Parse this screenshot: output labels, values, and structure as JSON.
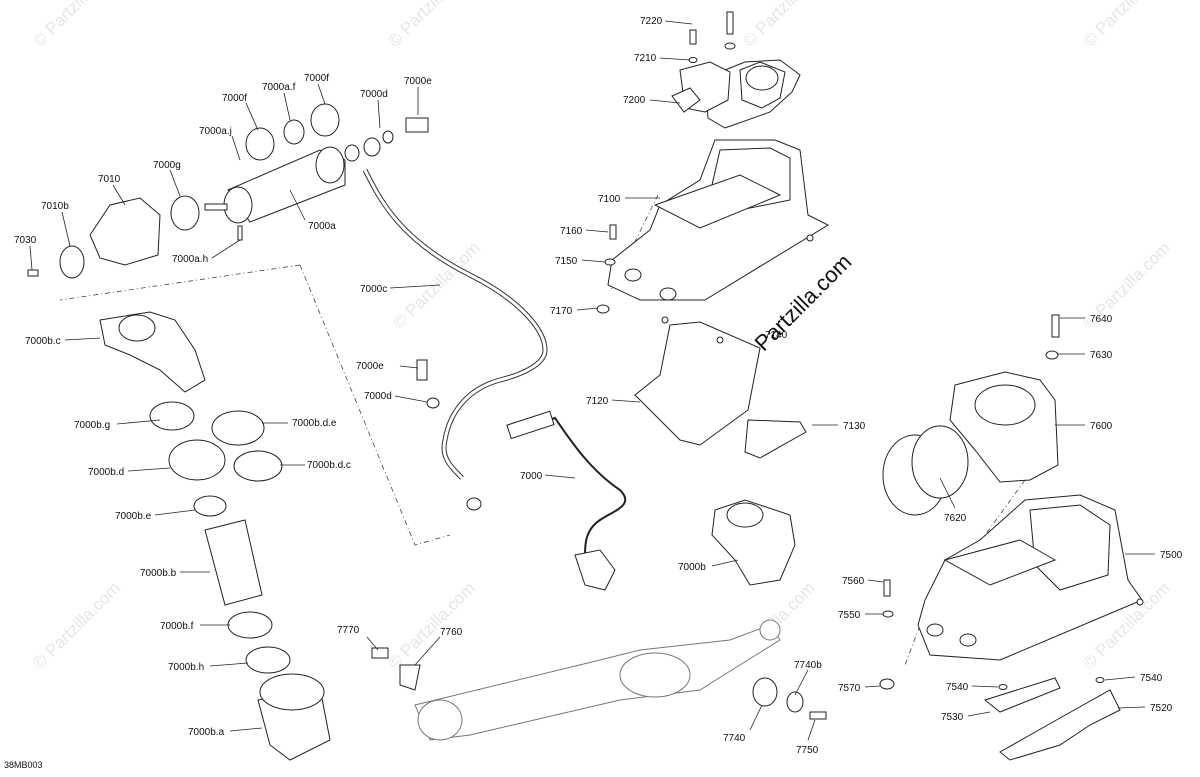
{
  "diagram_code": "38MB003",
  "watermark": "© Partzilla.com",
  "callouts": [
    {
      "id": "c7220",
      "label": "7220"
    },
    {
      "id": "c7210",
      "label": "7210"
    },
    {
      "id": "c7200",
      "label": "7200"
    },
    {
      "id": "c7100",
      "label": "7100"
    },
    {
      "id": "c7160",
      "label": "7160"
    },
    {
      "id": "c7150",
      "label": "7150"
    },
    {
      "id": "c7170",
      "label": "7170"
    },
    {
      "id": "c7140",
      "label": "7140"
    },
    {
      "id": "c7120",
      "label": "7120"
    },
    {
      "id": "c7130",
      "label": "7130"
    },
    {
      "id": "c7640",
      "label": "7640"
    },
    {
      "id": "c7630",
      "label": "7630"
    },
    {
      "id": "c7600",
      "label": "7600"
    },
    {
      "id": "c7620",
      "label": "7620"
    },
    {
      "id": "c7500",
      "label": "7500"
    },
    {
      "id": "c7560",
      "label": "7560"
    },
    {
      "id": "c7550",
      "label": "7550"
    },
    {
      "id": "c7570",
      "label": "7570"
    },
    {
      "id": "c7540a",
      "label": "7540"
    },
    {
      "id": "c7540b",
      "label": "7540"
    },
    {
      "id": "c7530",
      "label": "7530"
    },
    {
      "id": "c7520",
      "label": "7520"
    },
    {
      "id": "c7000af",
      "label": "7000a.f"
    },
    {
      "id": "c7000f1",
      "label": "7000f"
    },
    {
      "id": "c7000f2",
      "label": "7000f"
    },
    {
      "id": "c7000d1",
      "label": "7000d"
    },
    {
      "id": "c7000e1",
      "label": "7000e"
    },
    {
      "id": "c7000aj",
      "label": "7000a.j"
    },
    {
      "id": "c7000g",
      "label": "7000g"
    },
    {
      "id": "c7010",
      "label": "7010"
    },
    {
      "id": "c7010b",
      "label": "7010b"
    },
    {
      "id": "c7030",
      "label": "7030"
    },
    {
      "id": "c7000a",
      "label": "7000a"
    },
    {
      "id": "c7000ah",
      "label": "7000a.h"
    },
    {
      "id": "c7000c",
      "label": "7000c"
    },
    {
      "id": "c7000bc",
      "label": "7000b.c"
    },
    {
      "id": "c7000e2",
      "label": "7000e"
    },
    {
      "id": "c7000d2",
      "label": "7000d"
    },
    {
      "id": "c7000bg",
      "label": "7000b.g"
    },
    {
      "id": "c7000bde",
      "label": "7000b.d.e"
    },
    {
      "id": "c7000bd",
      "label": "7000b.d"
    },
    {
      "id": "c7000bdc",
      "label": "7000b.d.c"
    },
    {
      "id": "c7000",
      "label": "7000"
    },
    {
      "id": "c7000be",
      "label": "7000b.e"
    },
    {
      "id": "c7000bb",
      "label": "7000b.b"
    },
    {
      "id": "c7000b",
      "label": "7000b"
    },
    {
      "id": "c7000bf",
      "label": "7000b.f"
    },
    {
      "id": "c7770",
      "label": "7770"
    },
    {
      "id": "c7760",
      "label": "7760"
    },
    {
      "id": "c7000bh",
      "label": "7000b.h"
    },
    {
      "id": "c7740b",
      "label": "7740b"
    },
    {
      "id": "c7000ba",
      "label": "7000b.a"
    },
    {
      "id": "c7740",
      "label": "7740"
    },
    {
      "id": "c7750",
      "label": "7750"
    }
  ]
}
